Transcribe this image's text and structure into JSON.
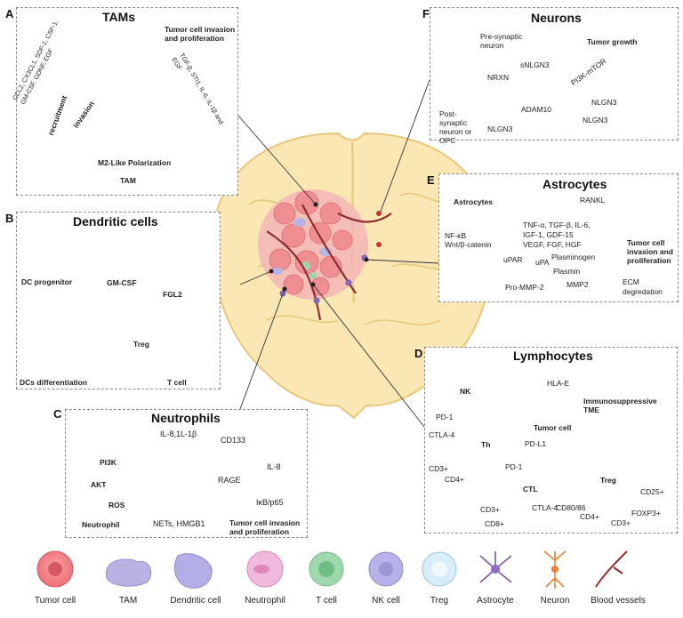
{
  "panels": {
    "A": {
      "letter": "A",
      "title": "TAMs",
      "tumor_label": "Tumor cell invasion and proliferation",
      "recruitment_factors": "CCL2, CX3CL1, SDF-1, CSF-1, GM-CSF, GDNF, EGF",
      "recruitment": "recruitment",
      "invasion": "invasion",
      "secreted": "TGF-β, STI1, IL-6, IL-1β and EGF",
      "polarization": "M2-Like Polarization",
      "tam": "TAM"
    },
    "B": {
      "letter": "B",
      "title": "Dendritic cells",
      "dc_progenitor": "DC progenitor",
      "gmcsf": "GM-CSF",
      "fgl2": "FGL2",
      "treg": "Treg",
      "tcell": "T cell",
      "dcs_diff": "DCs differentiation"
    },
    "C": {
      "letter": "C",
      "title": "Neutrophils",
      "il8_il1b": "IL-8,1L-1β",
      "cd133": "CD133",
      "pi3k": "PI3K",
      "akt": "AKT",
      "ros": "ROS",
      "rage": "RAGE",
      "il8": "IL-8",
      "ikb": "IκB/p65",
      "nets": "NETs, HMGB1",
      "neutrophil": "Neutrophil",
      "tumor_label": "Tumor cell invasion and proliferation"
    },
    "D": {
      "letter": "D",
      "title": "Lymphocytes",
      "nk": "NK",
      "hlae": "HLA-E",
      "pd1a": "PD-1",
      "ctla4a": "CTLA-4",
      "th": "Th",
      "cd3a": "CD3+",
      "cd4a": "CD4+",
      "tumor": "Tumor cell",
      "pdl1": "PD-L1",
      "immuno": "Immunosuppressive TME",
      "pd1b": "PD-1",
      "ctl": "CTL",
      "ctla4b": "CTLA-4",
      "cd8086": "CD80/86",
      "cd3b": "CD3+",
      "cd8": "CD8+",
      "treg": "Treg",
      "cd25": "CD25+",
      "foxp3": "FOXP3+",
      "cd4b": "CD4+",
      "cd3c": "CD3+"
    },
    "E": {
      "letter": "E",
      "title": "Astrocytes",
      "astro": "Astrocytes",
      "rankl": "RANKL",
      "nfkb": "NF-κB",
      "wnt": "Wnt/β-catenin",
      "factors1": "TNF-α, TGF-β, IL-6,",
      "factors2": "IGF-1, GDF-15",
      "factors3": "VEGF, FGF, HGF",
      "upar": "uPAR",
      "upa": "uPA",
      "plasminogen": "Plasminogen",
      "plasmin": "Plasmin",
      "promp2": "Pro-MMP-2",
      "mmp2": "MMP2",
      "ecm1": "ECM",
      "ecm2": "degredation",
      "tumor_label": "Tumor cell invasion and proliferation"
    },
    "F": {
      "letter": "F",
      "title": "Neurons",
      "presyn": "Pre-synaptic neuron",
      "nrxn": "NRXN",
      "snlgn3": "sNLGN3",
      "growth": "Tumor growth",
      "pi3k": "PI3K-mTOR",
      "adam10": "ADAM10",
      "nlgn3_in": "NLGN3",
      "postsyn": "Post-synaptic neuron or OPC",
      "nlgn3a": "NLGN3",
      "nlgn3b": "NLGN3"
    }
  },
  "legend": [
    "Tumor cell",
    "TAM",
    "Dendritic cell",
    "Neutrophil",
    "T cell",
    "NK cell",
    "Treg",
    "Astrocyte",
    "Neuron",
    "Blood vessels"
  ],
  "colors": {
    "tumor": "#f0767a",
    "tumor_core": "#d9525c",
    "tam": "#b9b2e3",
    "dc": "#a7a2dd",
    "neutrophil": "#e7a3cf",
    "tcell": "#8fd0a1",
    "nk": "#a8a3db",
    "treg": "#cfe9f5",
    "astro": "#7a5aa6",
    "neuron": "#e8843a",
    "vessel": "#8b2f2f",
    "brain": "#fbe7b3"
  }
}
